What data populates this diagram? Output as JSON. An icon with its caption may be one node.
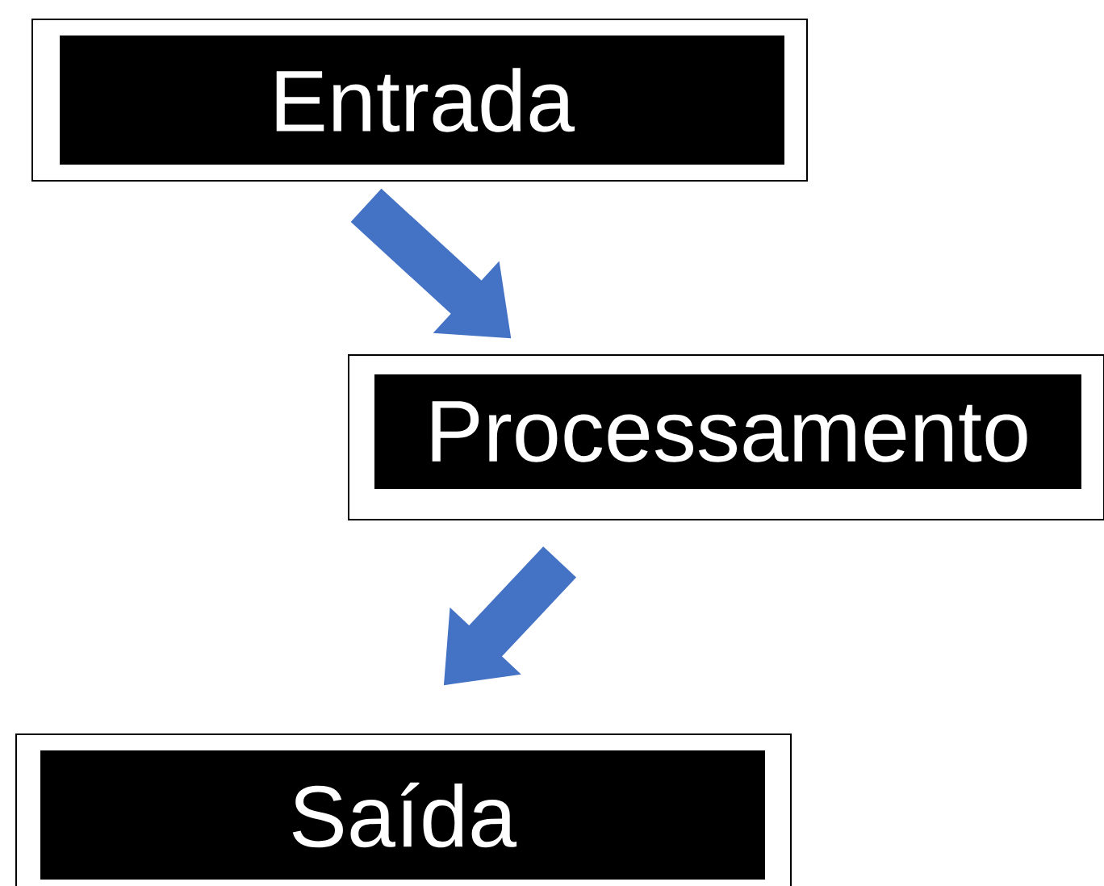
{
  "diagram": {
    "nodes": [
      {
        "text": [
          "Entrada"
        ]
      },
      {
        "text": [
          "Processamento"
        ]
      },
      {
        "text": [
          "Saída"
        ]
      }
    ],
    "edges": [
      {
        "from": 0,
        "to": 1,
        "arrow": "to"
      },
      {
        "from": 1,
        "to": 2,
        "arrow": "to"
      }
    ]
  }
}
